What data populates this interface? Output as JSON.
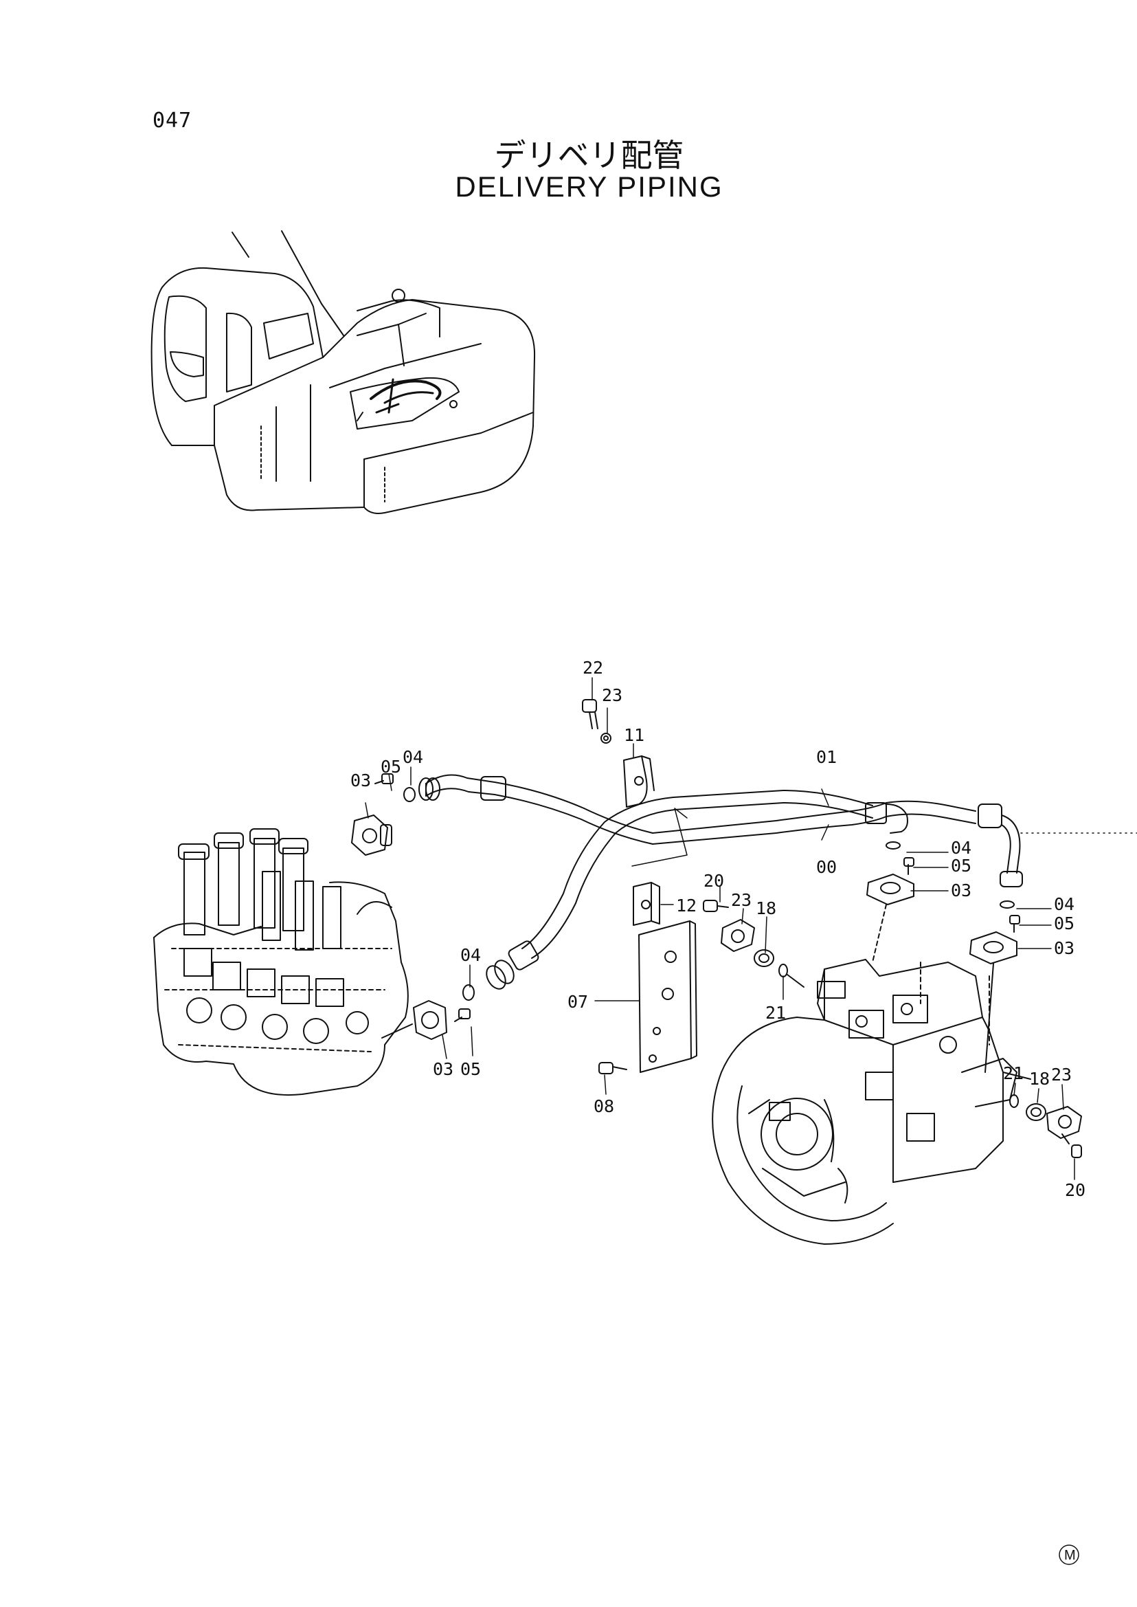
{
  "page_number": "047",
  "title_jp": "デリベリ配管",
  "title_en": "DELIVERY  PIPING",
  "callouts": {
    "c22": "22",
    "c23a": "23",
    "c11": "11",
    "c01": "01",
    "c00": "00",
    "c03a": "03",
    "c05a": "05",
    "c04a": "04",
    "c04b": "04",
    "c05b": "05",
    "c03b": "03",
    "c04c": "04",
    "c05c": "05",
    "c03c": "03",
    "c20a": "20",
    "c23b": "23",
    "c18a": "18",
    "c12": "12",
    "c04d": "04",
    "c07": "07",
    "c03d": "03",
    "c05d": "05",
    "c08": "08",
    "c21a": "21",
    "c21b": "21",
    "c18b": "18",
    "c23c": "23",
    "c20b": "20"
  },
  "mark": "M"
}
